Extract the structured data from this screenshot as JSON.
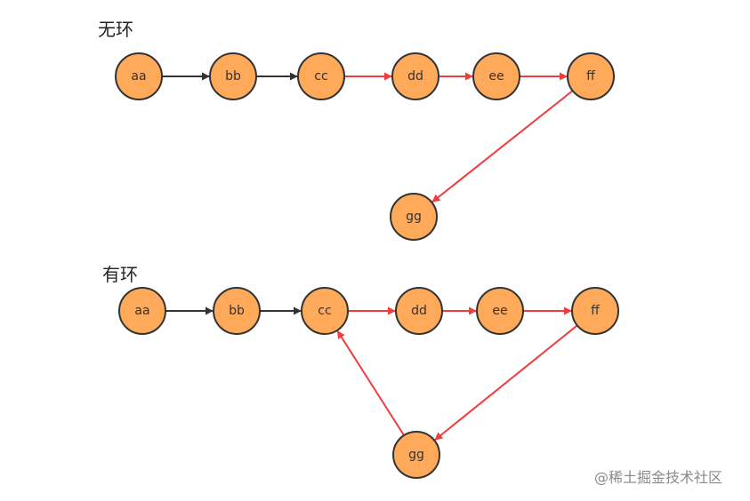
{
  "colors": {
    "node_fill": "#ffa95a",
    "node_stroke": "#333333",
    "edge_black": "#333333",
    "edge_red": "#f03c3c"
  },
  "watermark": "@稀土掘金技术社区",
  "diagrams": [
    {
      "id": "no-cycle",
      "title": "无环",
      "nodes": [
        {
          "id": "aa",
          "label": "aa"
        },
        {
          "id": "bb",
          "label": "bb"
        },
        {
          "id": "cc",
          "label": "cc"
        },
        {
          "id": "dd",
          "label": "dd"
        },
        {
          "id": "ee",
          "label": "ee"
        },
        {
          "id": "ff",
          "label": "ff"
        },
        {
          "id": "gg",
          "label": "gg"
        }
      ],
      "edges": [
        {
          "from": "aa",
          "to": "bb",
          "color": "black"
        },
        {
          "from": "bb",
          "to": "cc",
          "color": "black"
        },
        {
          "from": "cc",
          "to": "dd",
          "color": "red"
        },
        {
          "from": "dd",
          "to": "ee",
          "color": "red"
        },
        {
          "from": "ee",
          "to": "ff",
          "color": "red"
        },
        {
          "from": "ff",
          "to": "gg",
          "color": "red"
        }
      ]
    },
    {
      "id": "cycle",
      "title": "有环",
      "nodes": [
        {
          "id": "aa",
          "label": "aa"
        },
        {
          "id": "bb",
          "label": "bb"
        },
        {
          "id": "cc",
          "label": "cc"
        },
        {
          "id": "dd",
          "label": "dd"
        },
        {
          "id": "ee",
          "label": "ee"
        },
        {
          "id": "ff",
          "label": "ff"
        },
        {
          "id": "gg",
          "label": "gg"
        }
      ],
      "edges": [
        {
          "from": "aa",
          "to": "bb",
          "color": "black"
        },
        {
          "from": "bb",
          "to": "cc",
          "color": "black"
        },
        {
          "from": "cc",
          "to": "dd",
          "color": "red"
        },
        {
          "from": "dd",
          "to": "ee",
          "color": "red"
        },
        {
          "from": "ee",
          "to": "ff",
          "color": "red"
        },
        {
          "from": "ff",
          "to": "gg",
          "color": "red"
        },
        {
          "from": "gg",
          "to": "cc",
          "color": "red"
        }
      ]
    }
  ]
}
